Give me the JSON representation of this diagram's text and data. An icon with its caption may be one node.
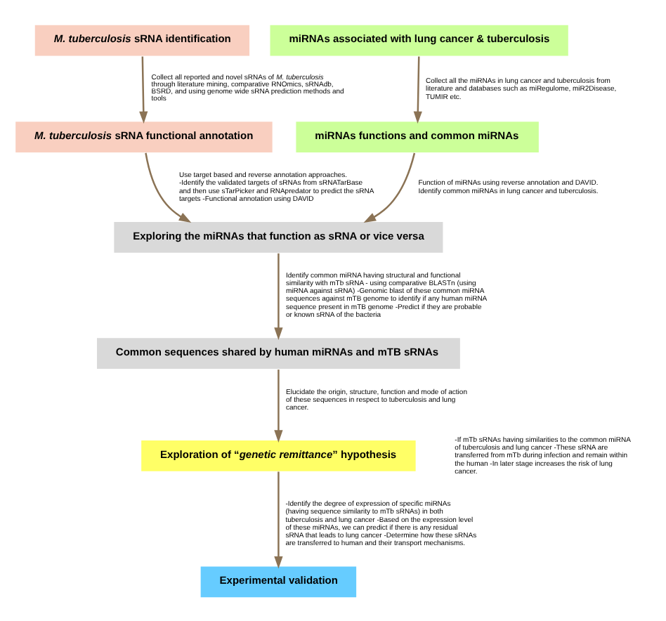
{
  "diagram": {
    "nodes": [
      {
        "text": [
          "*M. tuberculosis* sRNA identification"
        ]
      },
      {
        "text": [
          "*M. tuberculosis* sRNA functional annotation"
        ]
      },
      {
        "text": [
          "miRNAs associated with lung cancer & tuberculosis"
        ]
      },
      {
        "text": [
          "miRNAs functions and common miRNAs"
        ]
      },
      {
        "text": [
          "Exploring the miRNAs that function as sRNA or vice versa"
        ]
      },
      {
        "text": [
          "Common sequences shared by human miRNAs and mTB sRNAs"
        ]
      },
      {
        "text": [
          "Exploration of “*genetic remittance*” hypothesis"
        ]
      },
      {
        "text": [
          "Experimental validation"
        ]
      }
    ],
    "edges": [
      {
        "from": 0,
        "to": 1,
        "arrow": "to",
        "label": "Collect all reported and novel sRNAs of *M. tuberculosis* through literature mining, comparative RNOmics, sRNAdb, BSRD, and using genome wide sRNA prediction methods and tools"
      },
      {
        "from": 1,
        "to": 4,
        "arrow": "to",
        "label": "Use target based and reverse annotation approaches. -Identify the validated targets of sRNAs from sRNATarBase and then use sTarPicker and RNApredator to predict the sRNA targets -Functional annotation using DAVID"
      },
      {
        "from": 2,
        "to": 3,
        "arrow": "to",
        "label": "Collect all the miRNAs in lung cancer and tuberculosis from literature and databases such as miRegulome, miR2Disease, TUMIR etc."
      },
      {
        "from": 3,
        "to": 4,
        "arrow": "to",
        "label": "Function of miRNAs using reverse annotation and DAVID. Identify common miRNAs in lung cancer and tuberculosis."
      },
      {
        "from": 4,
        "to": 5,
        "arrow": "to",
        "label": "Identify common miRNA having structural and functional similarity with mTb sRNA - using comparative BLASTn (using miRNA against sRNA) -Genomic blast of these common miRNA sequences against mTB genome to identify if any human miRNA sequence present in mTB genome -Predict if they are probable or known sRNA of the bacteria"
      },
      {
        "from": 5,
        "to": 6,
        "arrow": "to",
        "label": "Elucidate the origin, structure, function and mode of action of these sequences in respect to tuberculosis and lung cancer."
      },
      {
        "from": 6,
        "to": 7,
        "arrow": "to",
        "label": "-Identify the degree of expression of specific miRNAs (having sequence similarity to mTb sRNAs) in both tuberculosis and lung cancer -Based on the expression level of these miRNAs, we can predict if there is any residual sRNA that leads to lung cancer -Determine how these sRNAs are transferred to human and their transport mechanisms."
      }
    ],
    "labels": [
      "-If mTb sRNAs having similarities to the common miRNA of tuberculosis and lung cancer -These sRNA are transferred from mTb during infection and remain within the human -In later stage increases the risk of lung cancer."
    ]
  }
}
